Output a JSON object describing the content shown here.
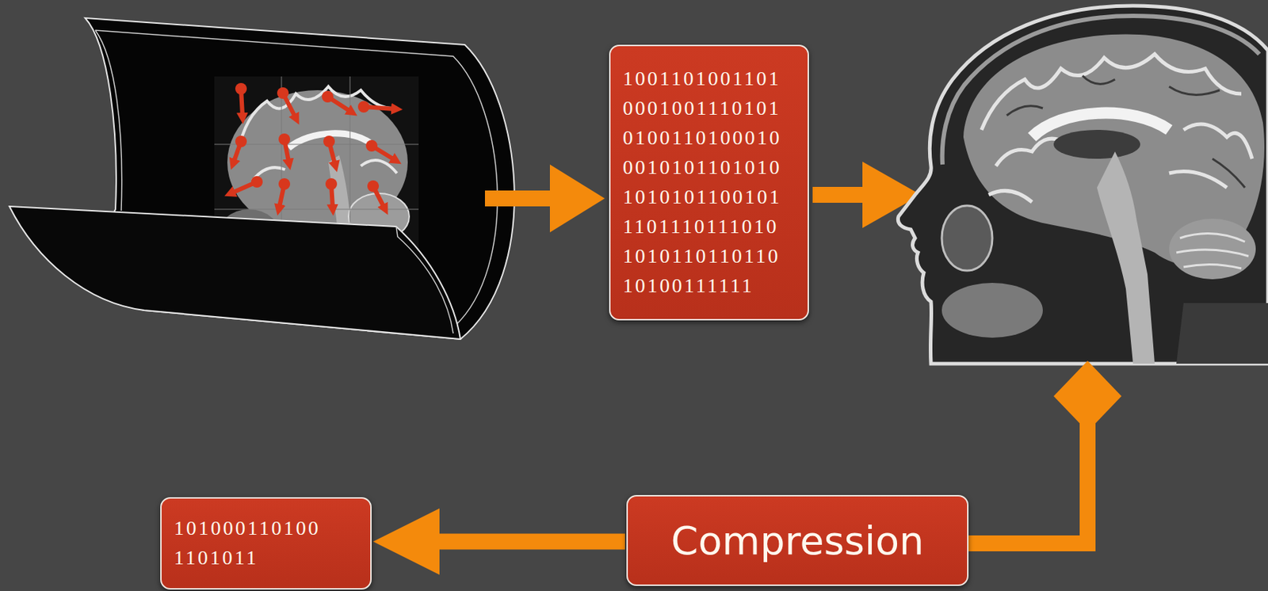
{
  "diagram": {
    "nodes": [
      {
        "text": [
          "1001101001101 0001001110101 0100110100010 0010101101010 1010101100101 1101110111010 1010110110110 10100111111"
        ]
      },
      {
        "text": [
          "101000110100 1101011"
        ]
      },
      {
        "text": [
          "Compression"
        ]
      }
    ],
    "edges": [
      {
        "from": 2,
        "to": 1,
        "arrow": "to"
      }
    ]
  }
}
